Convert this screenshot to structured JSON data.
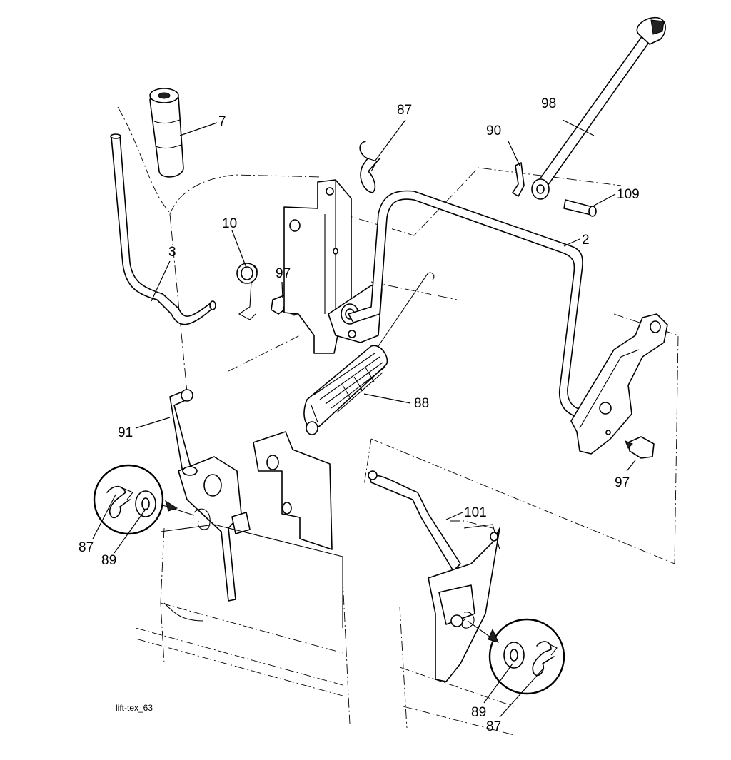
{
  "caption": "lift-tex_63",
  "callouts": {
    "c7": "7",
    "c87_top": "87",
    "c98": "98",
    "c90": "90",
    "c109": "109",
    "c2": "2",
    "c10": "10",
    "c3": "3",
    "c97_left": "97",
    "c88": "88",
    "c97_right": "97",
    "c91": "91",
    "c101": "101",
    "c87_left": "87",
    "c89_left": "89",
    "c89_right": "89",
    "c87_right": "87"
  }
}
